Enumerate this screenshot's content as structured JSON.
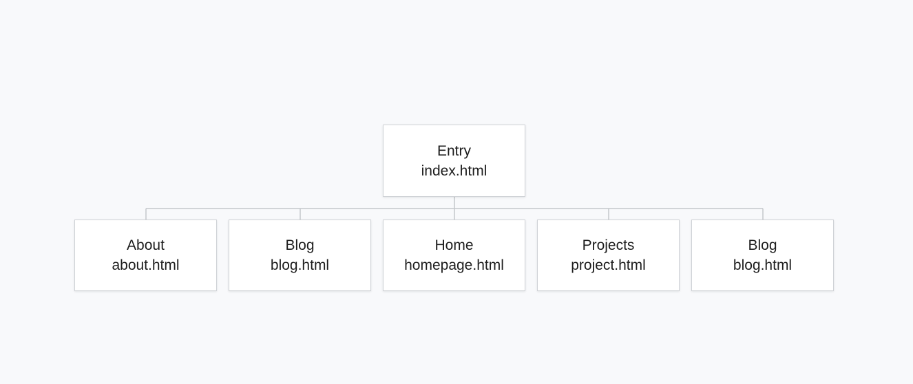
{
  "root": {
    "title": "Entry",
    "file": "index.html"
  },
  "children": [
    {
      "title": "About",
      "file": "about.html"
    },
    {
      "title": "Blog",
      "file": "blog.html"
    },
    {
      "title": "Home",
      "file": "homepage.html"
    },
    {
      "title": "Projects",
      "file": "project.html"
    },
    {
      "title": "Blog",
      "file": "blog.html"
    }
  ],
  "colors": {
    "background": "#f8f9fb",
    "node_fill": "#ffffff",
    "node_border": "#cfd2d6",
    "connector": "#c4c7cb",
    "text": "#1d1d1d"
  }
}
